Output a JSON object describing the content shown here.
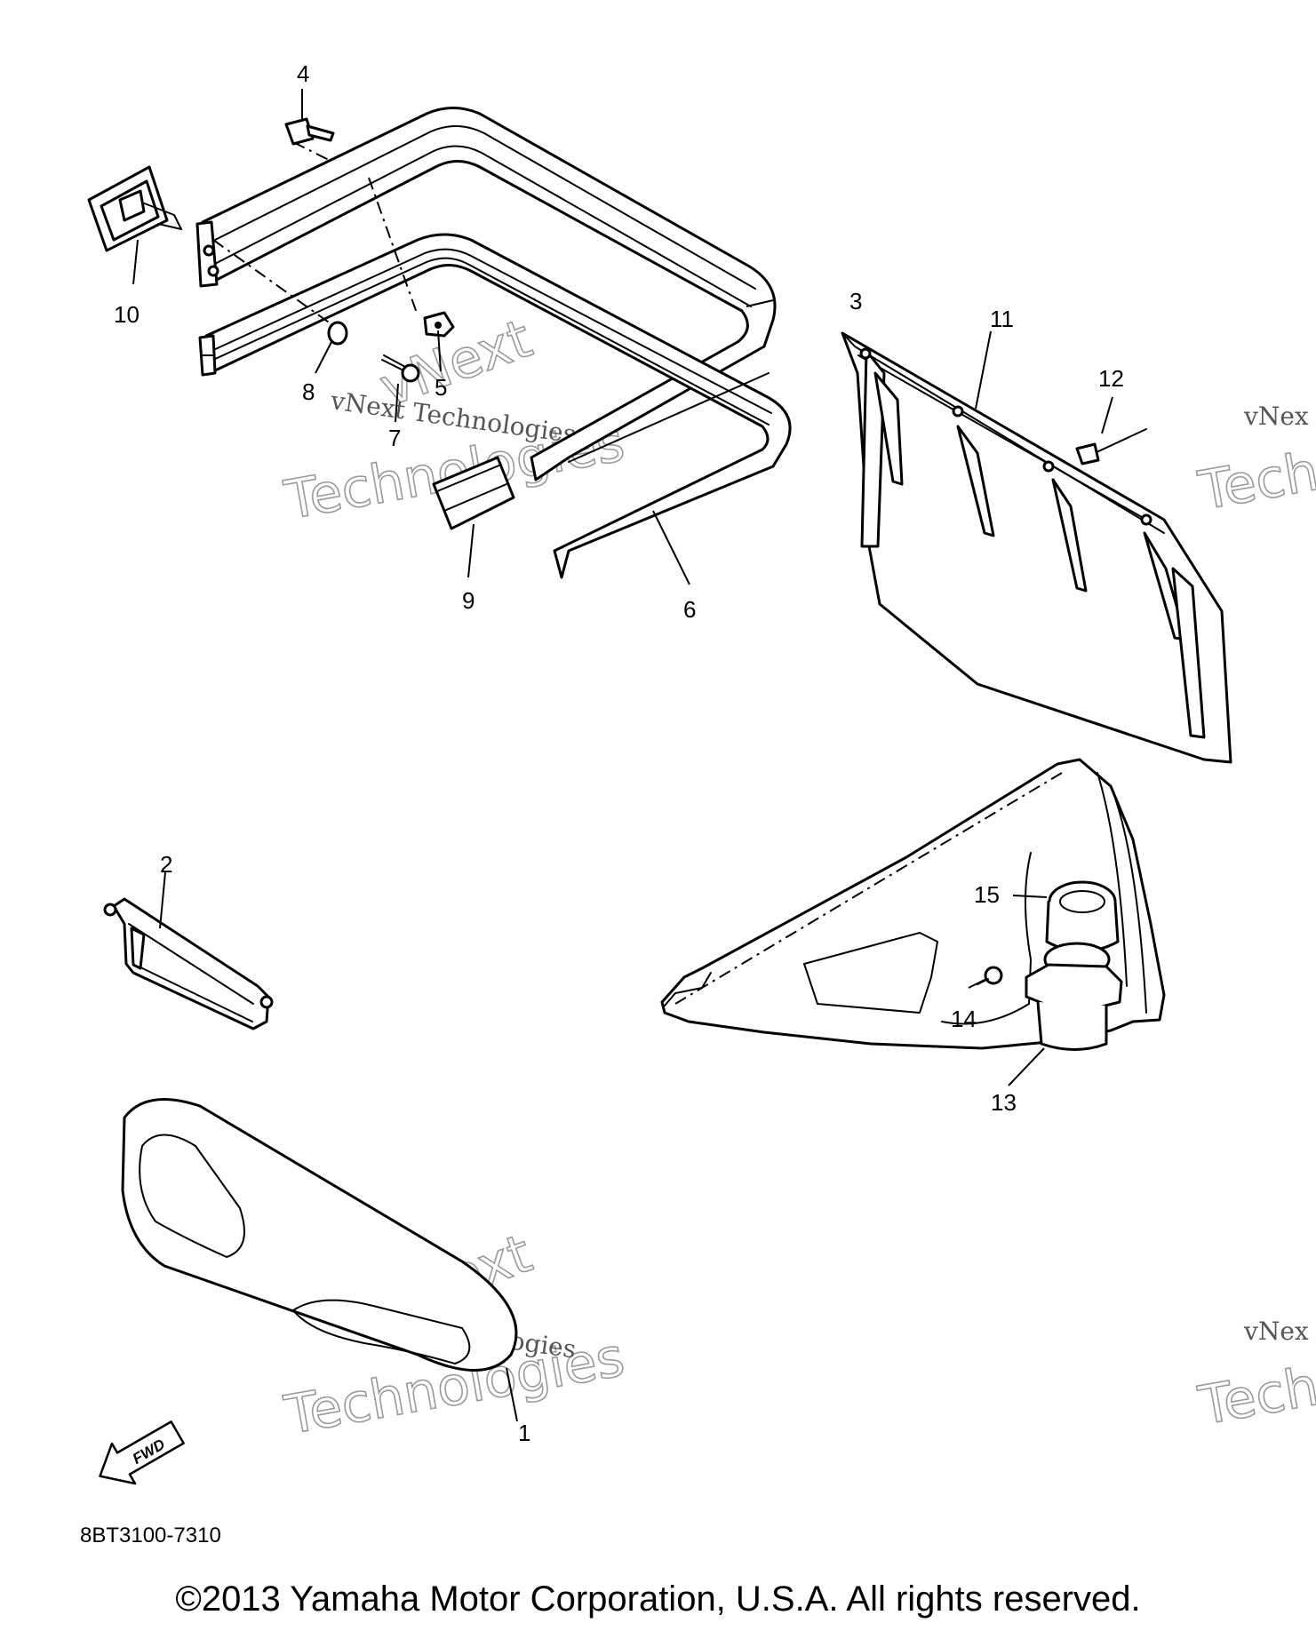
{
  "callouts": [
    "1",
    "2",
    "3",
    "4",
    "5",
    "6",
    "7",
    "8",
    "9",
    "10",
    "11",
    "12",
    "13",
    "14",
    "15"
  ],
  "fwd_label": "FWD",
  "diagram_code": "8BT3100-7310",
  "watermark": {
    "line1": "vNext Technologies",
    "line2": "vNext",
    "line3": "Technologies",
    "edge1": "vNex",
    "edge2": "Tech"
  },
  "copyright": "©2013 Yamaha Motor Corporation, U.S.A. All rights reserved."
}
